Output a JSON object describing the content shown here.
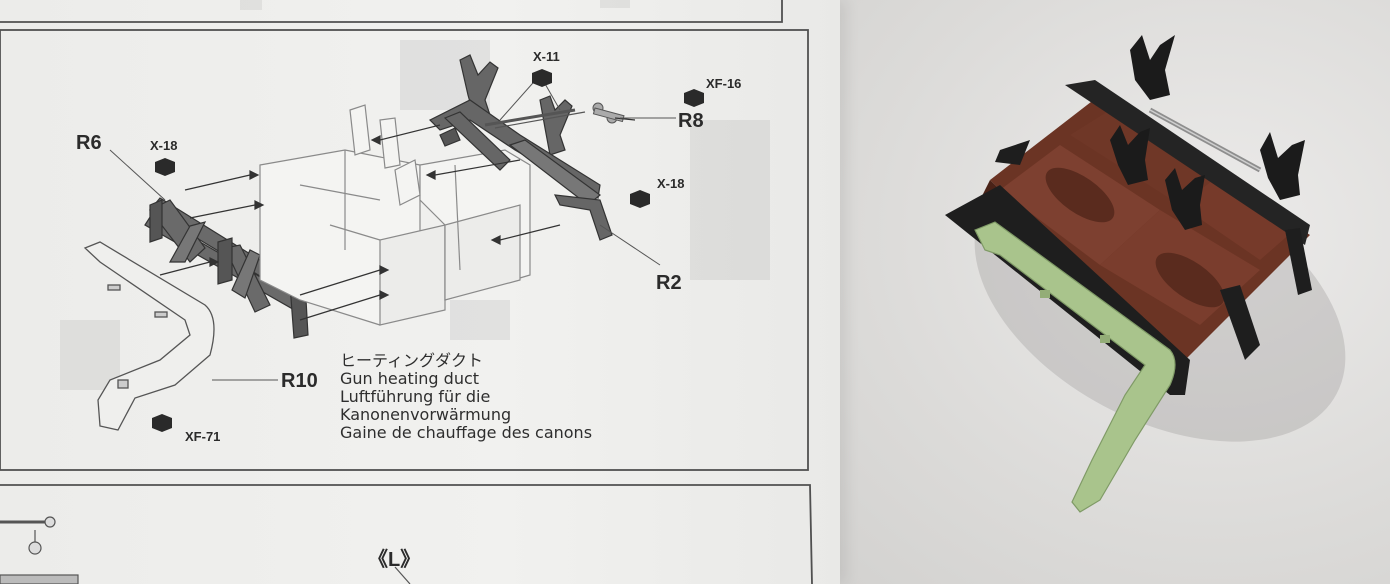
{
  "instructions": {
    "parts": {
      "r6": "R6",
      "r8": "R8",
      "r2": "R2",
      "r10": "R10"
    },
    "paint_codes": {
      "x18_left": "X-18",
      "x11": "X-11",
      "xf16": "XF-16",
      "x18_right": "X-18",
      "xf71": "XF-71"
    },
    "r10_description": {
      "japanese": "ヒーティングダクト",
      "english": "Gun heating duct",
      "german_line1": "Luftführung für die",
      "german_line2": "Kanonenvorwärmung",
      "french": "Gaine de chauffage des canons"
    },
    "lower_panel_label": "《L》"
  },
  "colors": {
    "model_body": "#6b3424",
    "model_black_parts": "#1e1e1e",
    "heating_duct": "#a9c48c",
    "diagram_gray": "#5d5d5d"
  }
}
